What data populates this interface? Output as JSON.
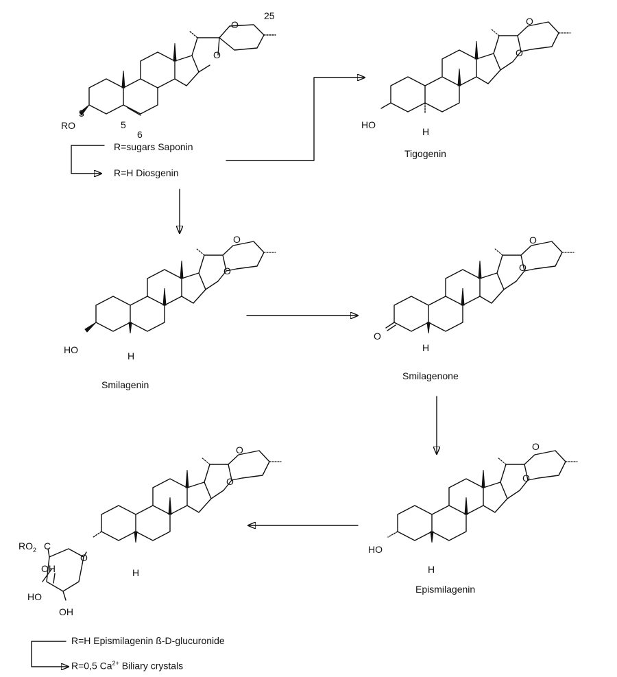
{
  "compounds": {
    "diosgenin": {
      "sub_ro": "RO",
      "pos_3": "3",
      "pos_5": "5",
      "pos_6": "6",
      "pos_25": "25",
      "ring_o_top": "O",
      "ring_o_bottom": "O",
      "variant_1": "R=sugars Saponin",
      "variant_2": "R=H Diosgenin"
    },
    "tigogenin": {
      "name": "Tigogenin",
      "sub_ho": "HO",
      "h_label": "H",
      "ring_o_top": "O",
      "ring_o_bottom": "O"
    },
    "smilagenin": {
      "name": "Smilagenin",
      "sub_ho": "HO",
      "h_label": "H",
      "ring_o_top": "O",
      "ring_o_bottom": "O"
    },
    "smilagenone": {
      "name": "Smilagenone",
      "sub_o": "O",
      "h_label": "H",
      "ring_o_top": "O",
      "ring_o_bottom": "O"
    },
    "epismilagenin": {
      "name": "Epismilagenin",
      "sub_ho": "HO",
      "h_label": "H",
      "ring_o_top": "O",
      "ring_o_bottom": "O"
    },
    "glucuronide": {
      "ro2": "RO",
      "ro2_sub": "2",
      "c_label": "C",
      "oh_1": "OH",
      "oh_2": "OH",
      "ho": "HO",
      "link_o": "O",
      "h_label": "H",
      "ring_o_top": "O",
      "ring_o_bottom": "O",
      "variant_1": "R=H Epismilagenin ß-D-glucuronide",
      "variant_2_prefix": "R=0,5 Ca",
      "variant_2_sup": "2+",
      "variant_2_suffix": " Biliary crystals"
    }
  }
}
